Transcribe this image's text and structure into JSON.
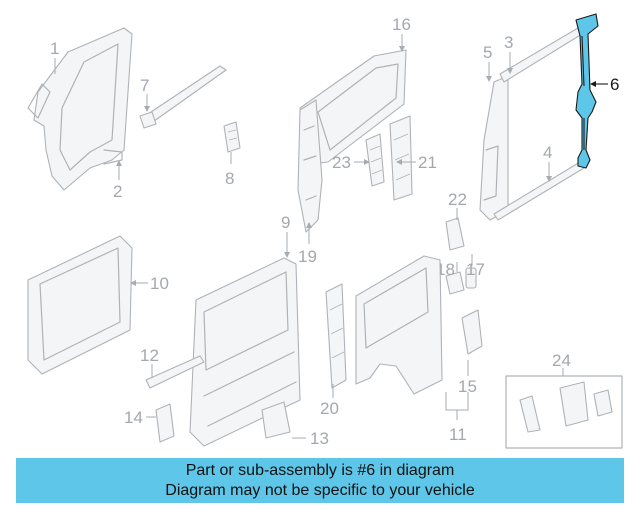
{
  "callouts": {
    "n1": "1",
    "n2": "2",
    "n3": "3",
    "n4": "4",
    "n5": "5",
    "n6": "6",
    "n7": "7",
    "n8": "8",
    "n9": "9",
    "n10": "10",
    "n11": "11",
    "n12": "12",
    "n13": "13",
    "n14": "14",
    "n15": "15",
    "n16": "16",
    "n17": "17",
    "n18": "18",
    "n19": "19",
    "n20": "20",
    "n21": "21",
    "n22": "22",
    "n23": "23",
    "n24": "24"
  },
  "highlighted_part": "6",
  "colors": {
    "highlight": "#5ec6e8",
    "line_art": "#aeb3b8",
    "banner": "#5ec6e8"
  },
  "banner": {
    "line1": "Part or sub-assembly is #6 in diagram",
    "line2": "Diagram may not be specific to your vehicle"
  }
}
